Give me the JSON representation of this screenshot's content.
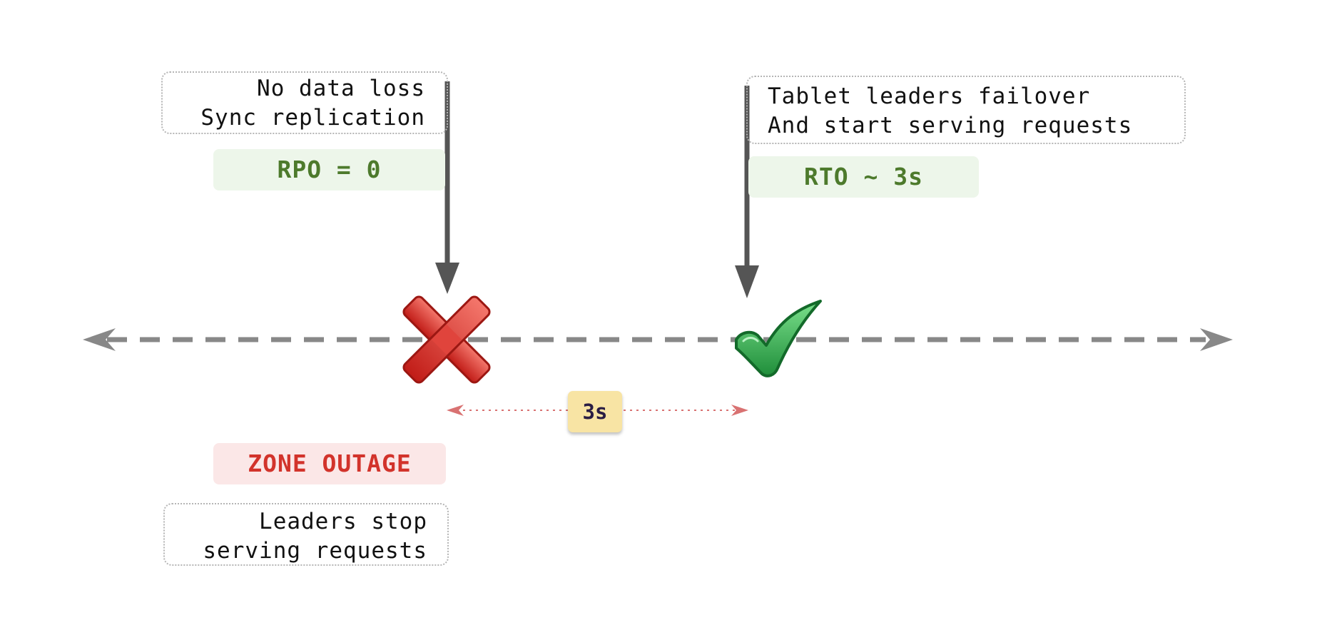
{
  "notes": {
    "rpo_note": {
      "line1": "No data loss",
      "line2": "Sync replication"
    },
    "rto_note": {
      "line1": "Tablet leaders failover",
      "line2": "And start serving requests"
    },
    "outage_note": {
      "line1": "Leaders stop",
      "line2": "serving requests"
    }
  },
  "tags": {
    "rpo": "RPO = 0",
    "rto": "RTO ~ 3s",
    "zone_outage": "ZONE OUTAGE"
  },
  "duration": "3s",
  "icons": {
    "failure": "red-x-icon",
    "recovery": "green-check-icon"
  },
  "colors": {
    "timeline": "#888888",
    "pointer_arrow": "#555555",
    "duration_arrow": "#d97272",
    "failure_red": "#d52a24",
    "success_green": "#2aa344",
    "tag_green_bg": "#edf6ea",
    "tag_green_text": "#4d7a2c",
    "tag_red_bg": "#fbe7e7",
    "tag_red_text": "#d2332b",
    "badge_bg": "#f8e4a4"
  }
}
